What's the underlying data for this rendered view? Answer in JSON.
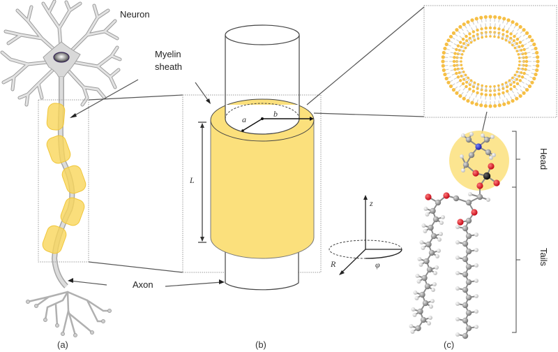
{
  "figure": {
    "panels": [
      {
        "id": "a",
        "caption": "(a)",
        "title": "Neuron"
      },
      {
        "id": "b",
        "caption": "(b)"
      },
      {
        "id": "c",
        "caption": "(c)"
      }
    ],
    "labels": {
      "neuron": "Neuron",
      "myelin_line1": "Myelin",
      "myelin_line2": "sheath",
      "axon": "Axon",
      "head": "Head",
      "tails": "Tails"
    },
    "symbols": {
      "inner_radius": "a",
      "outer_radius": "b",
      "length": "L",
      "z_axis": "z",
      "radial_axis": "R",
      "azimuth": "φ"
    },
    "colors": {
      "myelin": "#fbe07c",
      "myelin_segment": "#f9d65a",
      "lipid_head": "#f6bf45",
      "lipid_tail": "#c8c8c8",
      "oxygen": "#d8182a",
      "nitrogen": "#1a28c8",
      "phosphorus": "#111111",
      "carbon": "#8a8a8a",
      "hydrogen": "#e8e8e8",
      "neuron_body": "#d9d9d9"
    }
  }
}
